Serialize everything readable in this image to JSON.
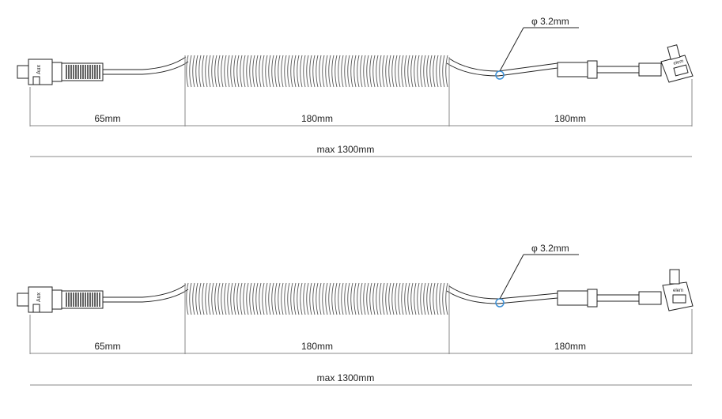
{
  "drawings": [
    {
      "diameter_label": "φ 3.2mm",
      "segment_left": "65mm",
      "segment_middle": "180mm",
      "segment_right": "180mm",
      "total": "max 1300mm",
      "connector_left_mark": "Aux",
      "connector_right_mark": "elem"
    },
    {
      "diameter_label": "φ 3.2mm",
      "segment_left": "65mm",
      "segment_middle": "180mm",
      "segment_right": "180mm",
      "total": "max 1300mm",
      "connector_left_mark": "Aux",
      "connector_right_mark": "elem"
    }
  ],
  "colors": {
    "line": "#222222",
    "coil": "#555555",
    "marker": "#3a8fd6",
    "dimension": "#888888"
  }
}
